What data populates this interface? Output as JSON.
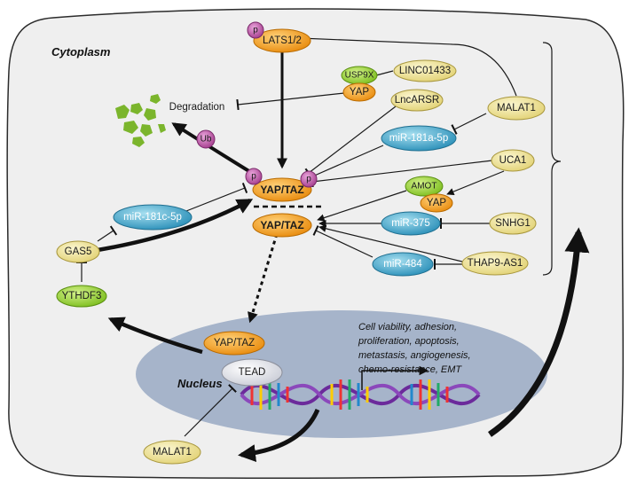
{
  "regions": {
    "cytoplasm": "Cytoplasm",
    "nucleus": "Nucleus"
  },
  "labels": {
    "p": "p",
    "ub": "Ub",
    "degradation": "Degradation",
    "lats": "LATS1/2",
    "usp9x": "USP9X",
    "yap": "YAP",
    "linc01433": "LINC01433",
    "lncarsr": "LncARSR",
    "malat1": "MALAT1",
    "mir181a": "miR-181a-5p",
    "uca1": "UCA1",
    "amot": "AMOT",
    "snhg1": "SNHG1",
    "mir375": "miR-375",
    "mir484": "miR-484",
    "thap9": "THAP9-AS1",
    "yaptaz": "YAP/TAZ",
    "mir181c": "miR-181c-5p",
    "gas5": "GAS5",
    "ythdf3": "YTHDF3",
    "tead": "TEAD"
  },
  "outcomes": [
    "Cell viability, adhesion,",
    "proliferation, apoptosis,",
    "metastasis, angiogenesis,",
    "chemo-resistance, EMT"
  ],
  "colors": {
    "orange": "#f59a1c",
    "yellow": "#f2e79a",
    "green": "#9fd63a",
    "blue": "#3aa6cf",
    "purple": "#b5479e",
    "nucleus": "#a4b2c8",
    "cell": "#f0f0f0",
    "dna_strand": "#6b2a9b"
  }
}
